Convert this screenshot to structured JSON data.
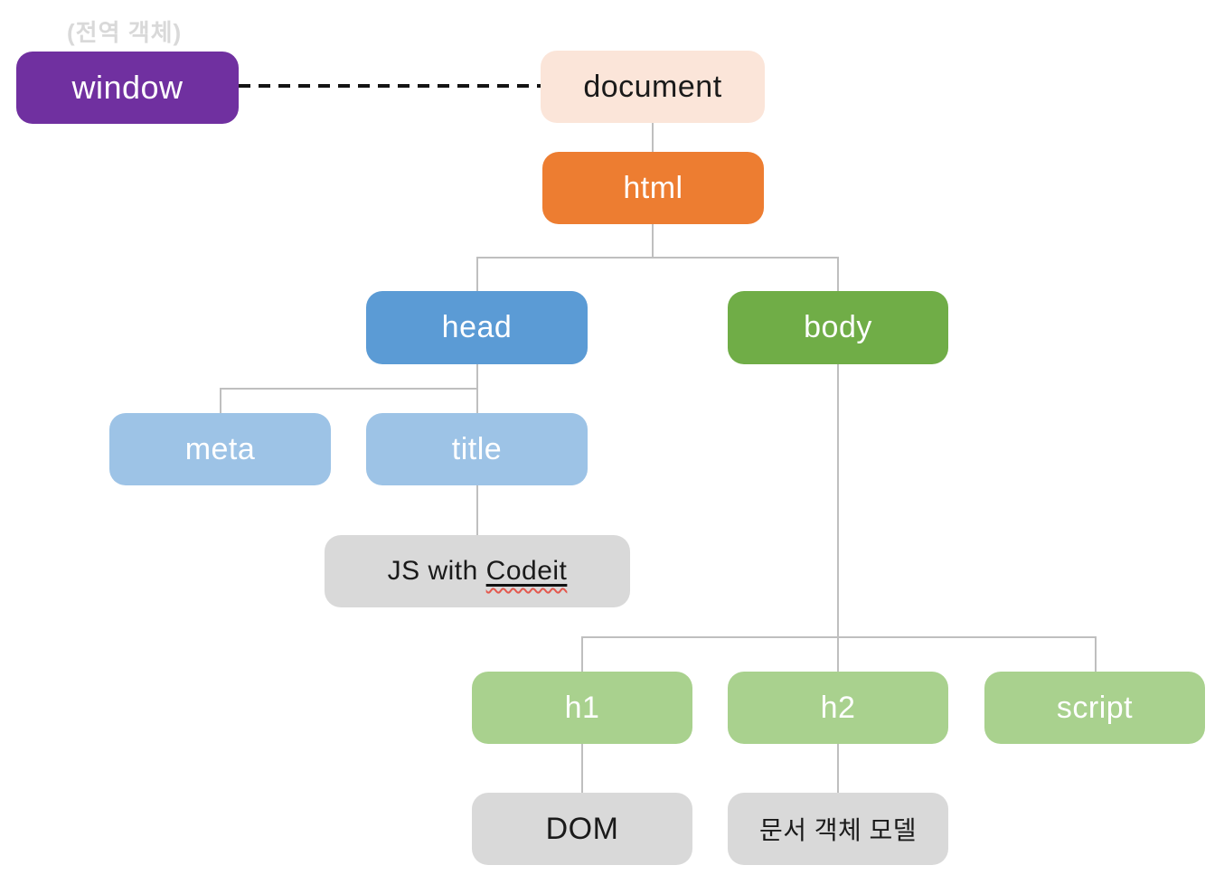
{
  "note": {
    "global_object_label": "(전역 객체)"
  },
  "nodes": {
    "window": {
      "label": "window"
    },
    "document": {
      "label": "document"
    },
    "html": {
      "label": "html"
    },
    "head": {
      "label": "head"
    },
    "body": {
      "label": "body"
    },
    "meta": {
      "label": "meta"
    },
    "title": {
      "label": "title"
    },
    "title_text": {
      "prefix": "JS with ",
      "brand": "Codeit"
    },
    "h1": {
      "label": "h1"
    },
    "h2": {
      "label": "h2"
    },
    "script": {
      "label": "script"
    },
    "dom": {
      "label": "DOM"
    },
    "dom_korean": {
      "label": "문서 객체 모델"
    }
  },
  "colors": {
    "window_fill": "#7030a0",
    "document_fill": "#fbe5d9",
    "html_fill": "#ed7d31",
    "head_fill": "#5b9bd5",
    "body_fill": "#70ad47",
    "head_children_fill": "#9dc3e6",
    "body_children_fill": "#a9d18e",
    "value_box_fill": "#d9d9d9",
    "connector_line": "#bfbfbf",
    "dashed_link_line": "#141414",
    "note_text": "#d9d9d9",
    "spellcheck_wavy": "#e4584d"
  }
}
